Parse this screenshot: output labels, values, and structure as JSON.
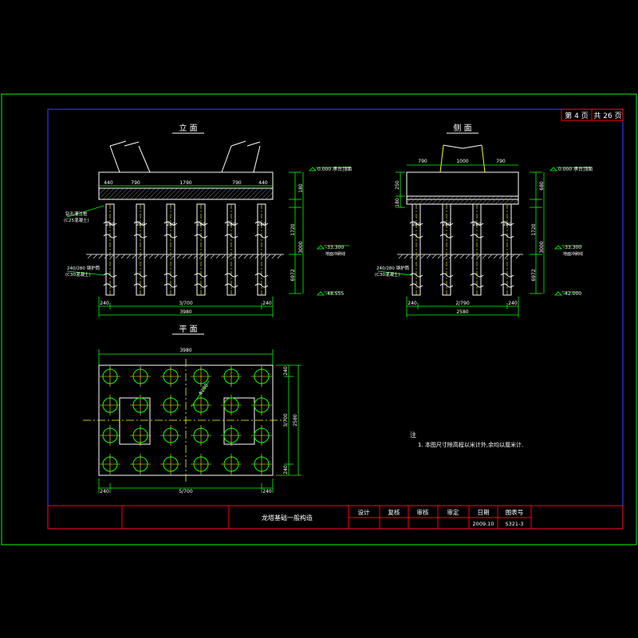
{
  "sheet": {
    "page_no": "第 4 页",
    "page_total": "共 26 页"
  },
  "views": {
    "elevation": "立 面",
    "side": "侧 面",
    "plan": "平 面"
  },
  "elevation": {
    "top_dims": [
      "440",
      "790",
      "1790",
      "790",
      "440"
    ],
    "bottom_dims": [
      "240",
      "3/700",
      "240"
    ],
    "total_width": "3980",
    "levels": [
      "0.000 承台顶面",
      "-33.300",
      "-48.555"
    ],
    "ground_note": "地面冲刷线",
    "left_notes": [
      "钻孔灌注桩",
      "(C25混凝土)"
    ],
    "pile_notes": [
      "240/280 钢护筒",
      "(C30混凝土)"
    ],
    "right_dims": [
      "180",
      "1720",
      "3000",
      "6972"
    ],
    "pile_dims": [
      "280",
      "280",
      "280",
      "280",
      "280",
      "280"
    ]
  },
  "side": {
    "top_dims": [
      "790",
      "1000",
      "790"
    ],
    "bottom_dims": [
      "240",
      "2/790",
      "240"
    ],
    "total_width": "2580",
    "levels": [
      "0.000 承台顶面",
      "-33.300",
      "-42.000"
    ],
    "ground_note": "地面冲刷线",
    "left_dims": [
      "250",
      "180"
    ],
    "pile_notes": [
      "240/280 钢护筒",
      "(C30混凝土)"
    ],
    "right_dims": [
      "680",
      "1720",
      "3000",
      "6972"
    ],
    "pile_dims": [
      "280",
      "280",
      "280",
      "280"
    ]
  },
  "plan": {
    "top_width": "3980",
    "bottom_dims": [
      "240",
      "5/700",
      "240"
    ],
    "right_dims": [
      "240",
      "3/700",
      "2580",
      "240"
    ],
    "diag": "Φ280"
  },
  "notes": {
    "heading": "注",
    "items": [
      "1. 本图尺寸除高程以米计外,余均以厘米计."
    ]
  },
  "title_block": {
    "title": "龙塔基础一般构造",
    "headers": [
      "设计",
      "复核",
      "审核",
      "审定",
      "日期",
      "图表号"
    ],
    "date": "2009.10",
    "drawing_no": "S321-3"
  },
  "colors": {
    "frame": "#00ff00",
    "inner_frame": "#3333ff",
    "title_grid": "#ff0000",
    "geometry": "#ffffff",
    "dims": "#00ff00",
    "centerline": "#ffff00",
    "hatch": "#aaaaaa"
  }
}
